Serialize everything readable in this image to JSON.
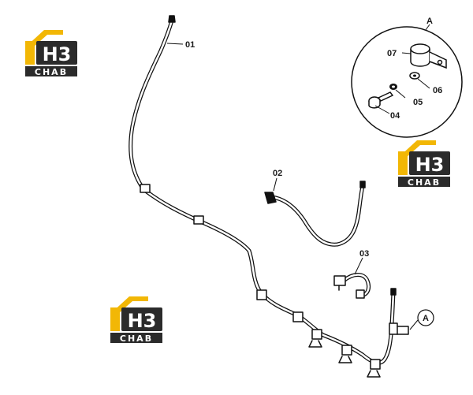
{
  "diagram": {
    "part_labels": {
      "p01": "01",
      "p02": "02",
      "p03": "03",
      "p04": "04",
      "p05": "05",
      "p06": "06",
      "p07": "07"
    },
    "detail_label": "A",
    "callout_label": "A"
  },
  "logo": {
    "name": "H3 CHAB",
    "glyph": "H3",
    "text": "CHAB",
    "colors": {
      "yellow": "#f2b705",
      "dark": "#2b2b2b",
      "white": "#ffffff"
    }
  },
  "colors": {
    "line": "#111111",
    "background": "#ffffff"
  }
}
